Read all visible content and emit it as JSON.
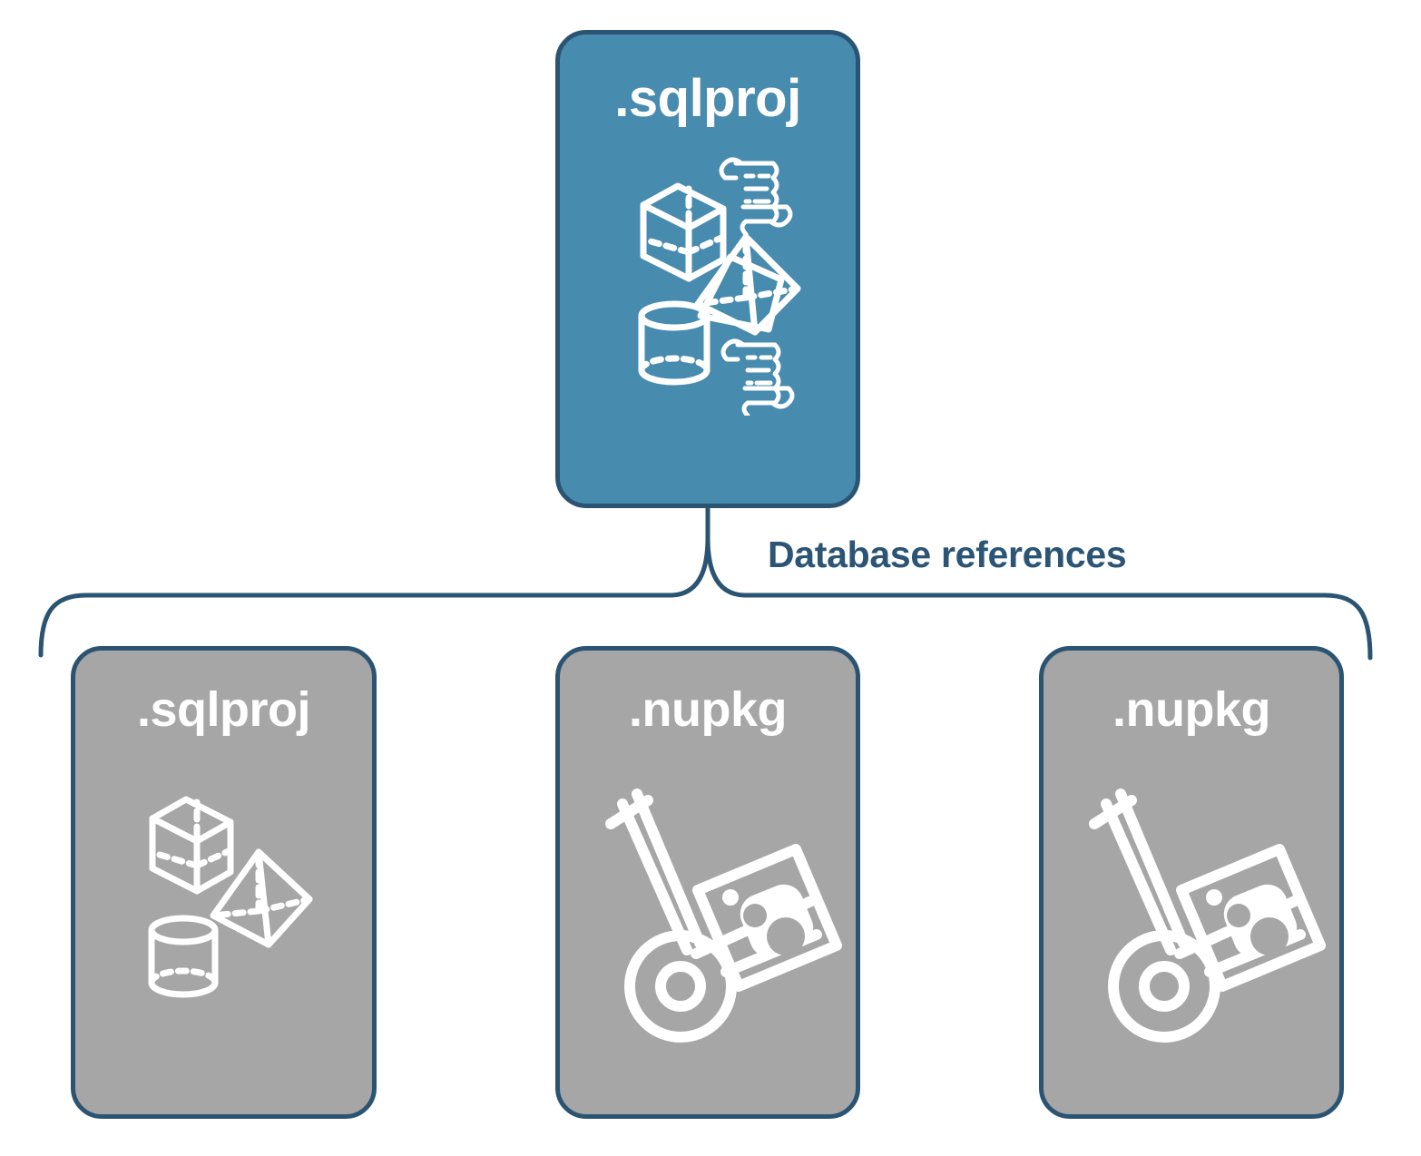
{
  "diagram": {
    "title_text": "Database references",
    "colors": {
      "primary_fill": "#478BAF",
      "secondary_fill": "#A6A6A6",
      "border": "#2B5473",
      "label_text": "#2C5474",
      "icon_stroke": "#FFFFFF",
      "background": "#FFFFFF"
    },
    "root": {
      "label": ".sqlproj",
      "icons": [
        "cube-icon",
        "scroll-icon",
        "pyramid-icon",
        "cylinder-icon",
        "scroll-icon"
      ]
    },
    "connector": {
      "label": "Database references",
      "style": "curly-brace"
    },
    "children": [
      {
        "label": ".sqlproj",
        "icons": [
          "cube-icon",
          "pyramid-icon",
          "cylinder-icon"
        ]
      },
      {
        "label": ".nupkg",
        "icons": [
          "hand-truck-package-icon"
        ]
      },
      {
        "label": ".nupkg",
        "icons": [
          "hand-truck-package-icon"
        ]
      }
    ]
  }
}
